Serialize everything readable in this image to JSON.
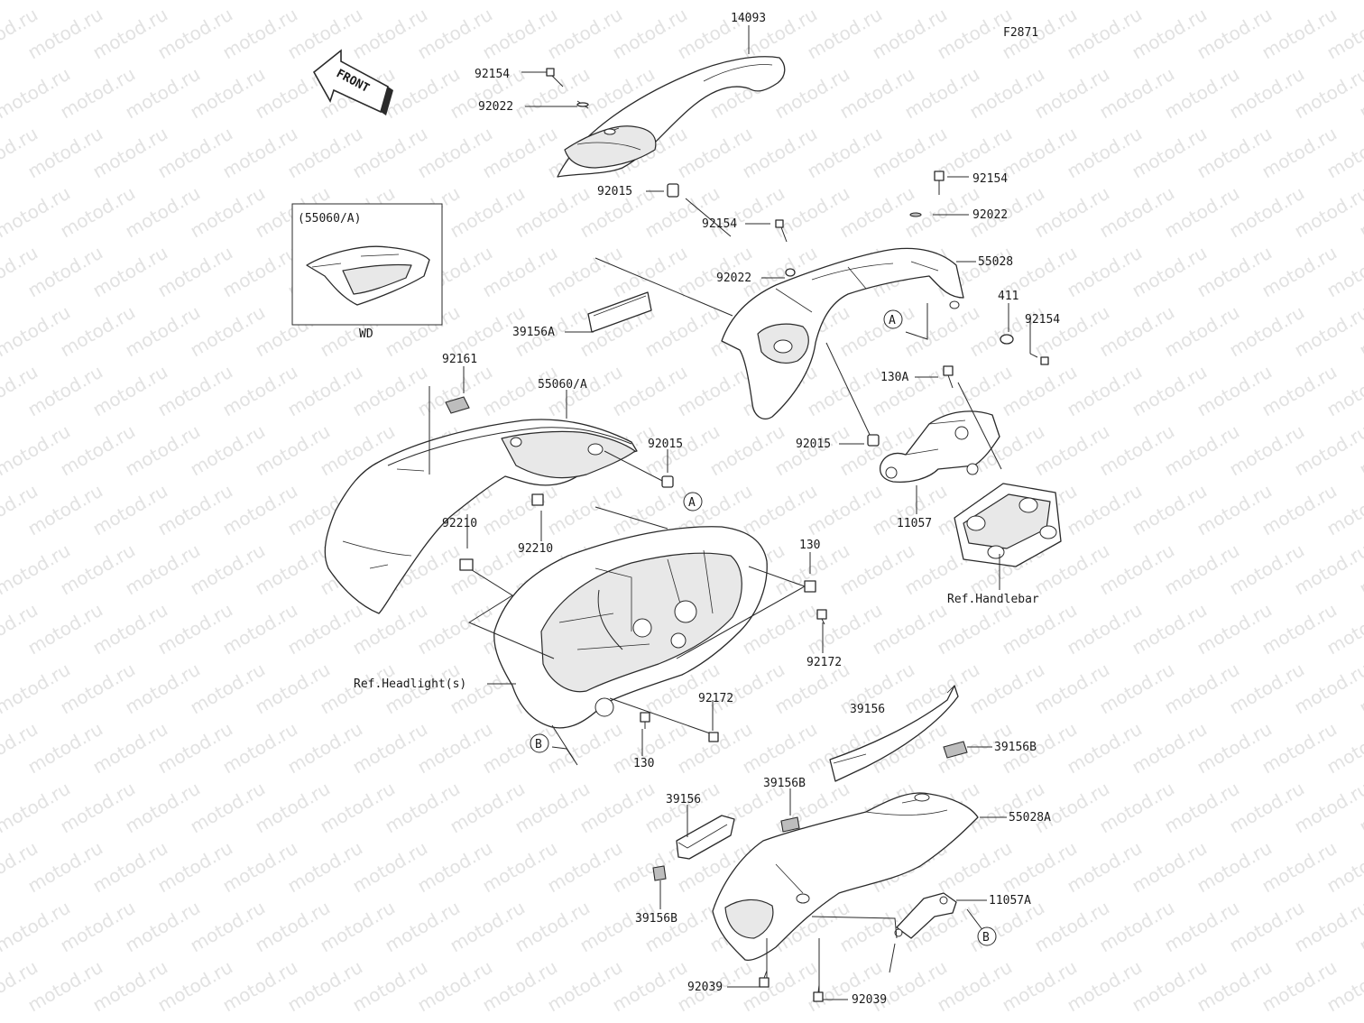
{
  "watermark": "motod.ru",
  "figure_code": "F2871",
  "front_label": "FRONT",
  "inset": {
    "title": "(55060/A)",
    "caption": "WD"
  },
  "refs": {
    "a1": "A",
    "a2": "A",
    "b1": "B",
    "b2": "B"
  },
  "labels": {
    "p14093": "14093",
    "p92154_top": "92154",
    "p92022_top": "92022",
    "p92015_top": "92015",
    "p92154_r1": "92154",
    "p92022_r1": "92022",
    "p92154_mid": "92154",
    "p92022_mid": "92022",
    "p55028": "55028",
    "p411": "411",
    "p92154_r2": "92154",
    "p39156A": "39156A",
    "p130A": "130A",
    "p92161": "92161",
    "p55060A": "55060/A",
    "p92015_mid": "92015",
    "p92015_right": "92015",
    "p92210_a": "92210",
    "p92210_b": "92210",
    "p11057": "11057",
    "p130_top": "130",
    "ref_handlebar": "Ref.Handlebar",
    "p92172_a": "92172",
    "ref_headlight": "Ref.Headlight(s)",
    "p92172_b": "92172",
    "p39156_r": "39156",
    "p39156B_r": "39156B",
    "p130_bot": "130",
    "p39156B_mid": "39156B",
    "p39156_l": "39156",
    "p55028A": "55028A",
    "p11057A": "11057A",
    "p39156B_l": "39156B",
    "p92039_a": "92039",
    "p92039_b": "92039"
  }
}
